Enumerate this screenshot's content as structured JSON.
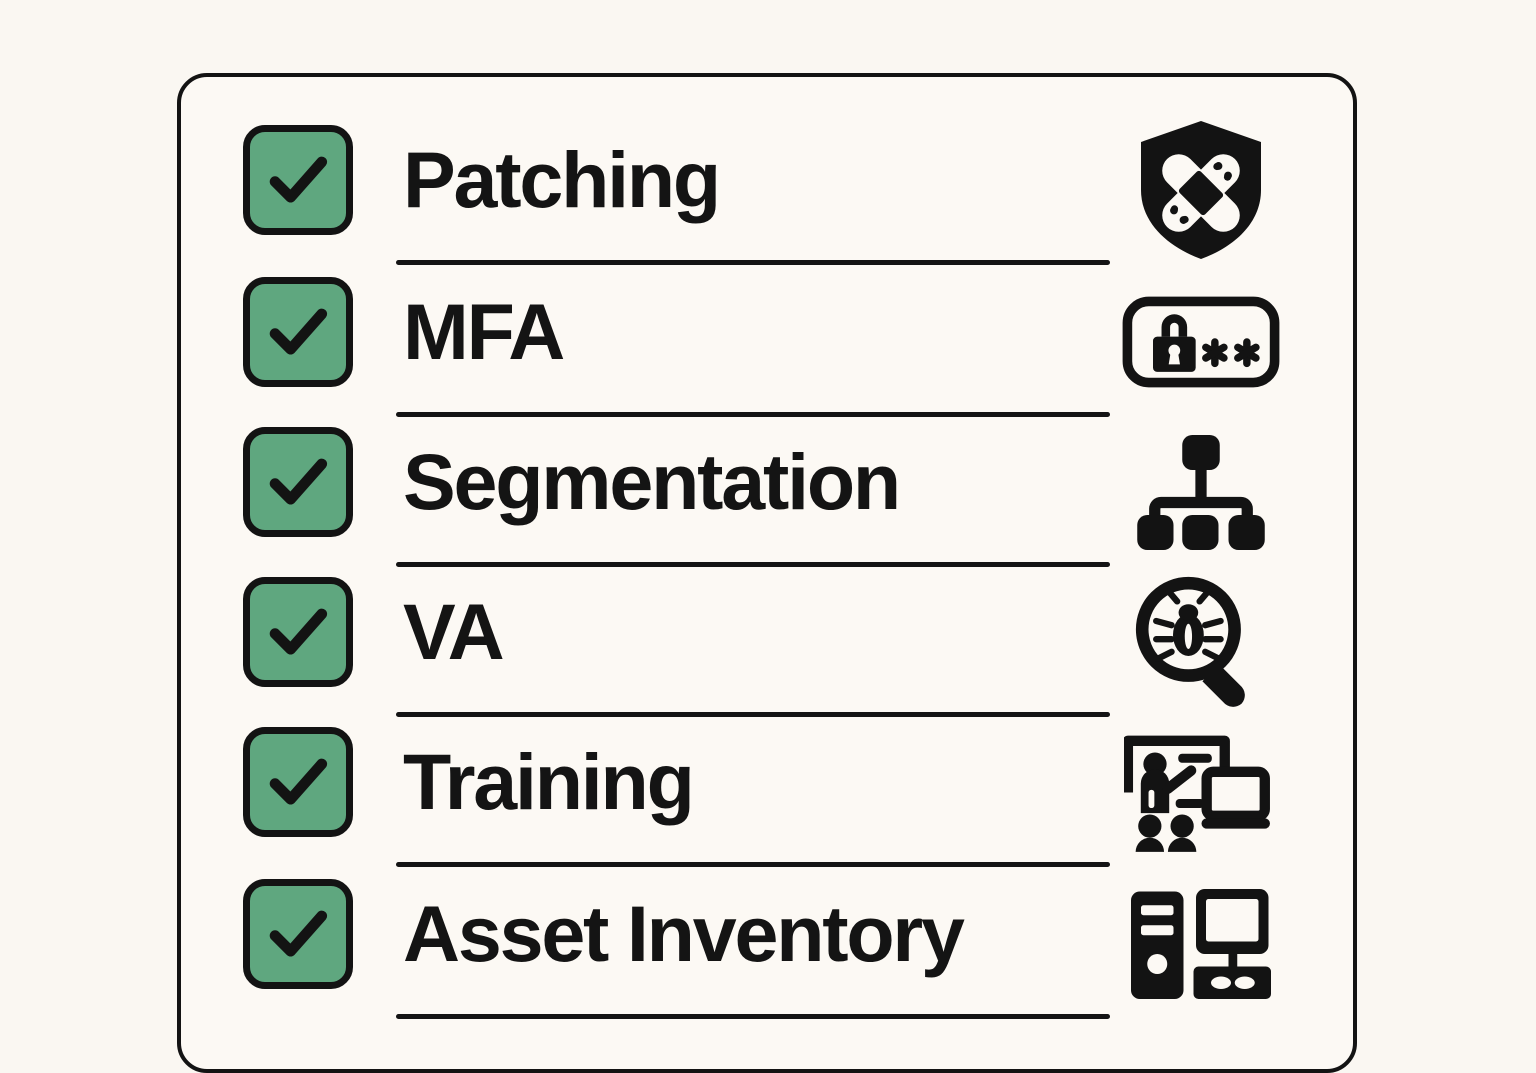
{
  "card": {
    "name": "security-controls-checklist",
    "background_color": "#fcf9f4",
    "border_color": "#131313",
    "page_background_color": "#faf7f2"
  },
  "theme": {
    "checkbox_fill": "#5fa77f",
    "ink": "#131413",
    "divider_color": "#141414"
  },
  "checklist": {
    "items": [
      {
        "label": "Patching",
        "checked": true,
        "check_glyph": "checkmark",
        "icon_name": "shield-bandage-icon"
      },
      {
        "label": "MFA",
        "checked": true,
        "check_glyph": "checkmark",
        "icon_name": "password-lock-asterisks-icon"
      },
      {
        "label": "Segmentation",
        "checked": true,
        "check_glyph": "checkmark",
        "icon_name": "network-hierarchy-icon"
      },
      {
        "label": "VA",
        "checked": true,
        "check_glyph": "checkmark",
        "icon_name": "magnifier-bug-icon"
      },
      {
        "label": "Training",
        "checked": true,
        "check_glyph": "checkmark",
        "icon_name": "classroom-presentation-icon"
      },
      {
        "label": "Asset Inventory",
        "checked": true,
        "check_glyph": "checkmark",
        "icon_name": "desktop-computer-icon"
      }
    ]
  }
}
